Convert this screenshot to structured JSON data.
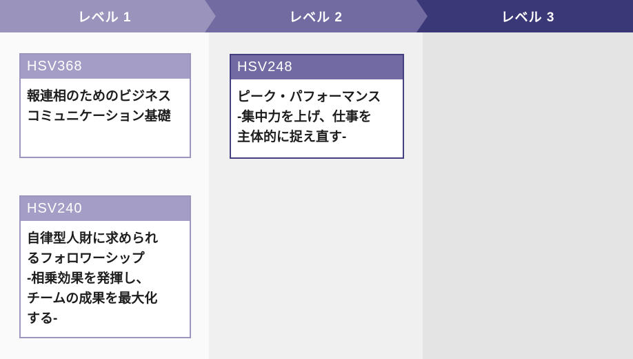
{
  "diagram_title": "course-level-map",
  "header": {
    "levels": [
      {
        "label": "レベル 1",
        "color": "#9a94bd"
      },
      {
        "label": "レベル 2",
        "color": "#716ba1"
      },
      {
        "label": "レベル 3",
        "color": "#3b3877"
      }
    ]
  },
  "columns": [
    {
      "level": "レベル 1",
      "bg": "#fafafa",
      "cards": [
        {
          "code": "HSV368",
          "title": "報連相のためのビジネス\nコミュニケーション基礎",
          "header_color": "#a49dc5",
          "border_color": "#9c96bf"
        },
        {
          "code": "HSV240",
          "title": "自律型人財に求められ\nるフォロワーシップ\n-相乗効果を発揮し、\nチームの成果を最大化\nする-",
          "header_color": "#a49dc5",
          "border_color": "#9c96bf"
        }
      ]
    },
    {
      "level": "レベル 2",
      "bg": "#f0f0f1",
      "cards": [
        {
          "code": "HSV248",
          "title": "ピーク・パフォーマンス\n-集中力を上げ、仕事を\n主体的に捉え直す-",
          "header_color": "#716aa3",
          "border_color": "#433e82"
        }
      ]
    },
    {
      "level": "レベル 3",
      "bg": "#e4e4e5",
      "cards": []
    }
  ]
}
